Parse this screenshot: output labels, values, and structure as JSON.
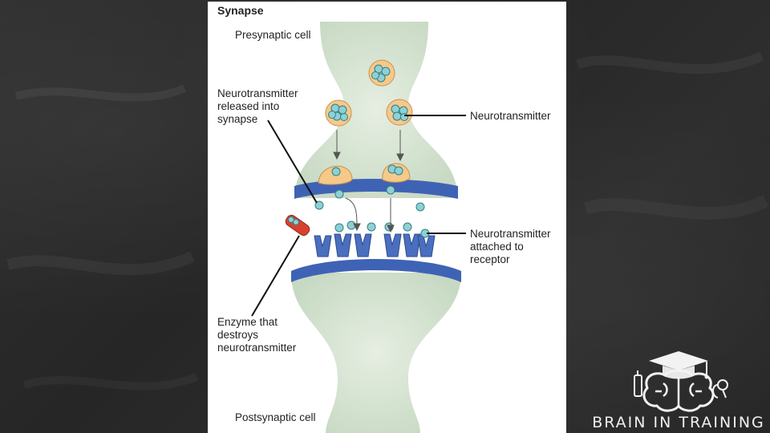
{
  "figure": {
    "title": "Synapse",
    "labels": {
      "presynaptic": "Presynaptic cell",
      "released": "Neurotransmitter\nreleased into\nsynapse",
      "neurotransmitter": "Neurotransmitter",
      "attached": "Neurotransmitter\nattached to\nreceptor",
      "enzyme": "Enzyme that\ndestroys\nneurotransmitter",
      "postsynaptic": "Postsynaptic cell"
    },
    "colors": {
      "cell_fill": "#dbe7d6",
      "membrane": "#3f63b4",
      "vesicle": "#f5c98a",
      "neurotransmitter": "#8fd0d4",
      "enzyme": "#d9412f"
    }
  },
  "brand": {
    "text": "BRAIN IN TRAINING",
    "icon": "brain-graduation-cap-icon"
  }
}
